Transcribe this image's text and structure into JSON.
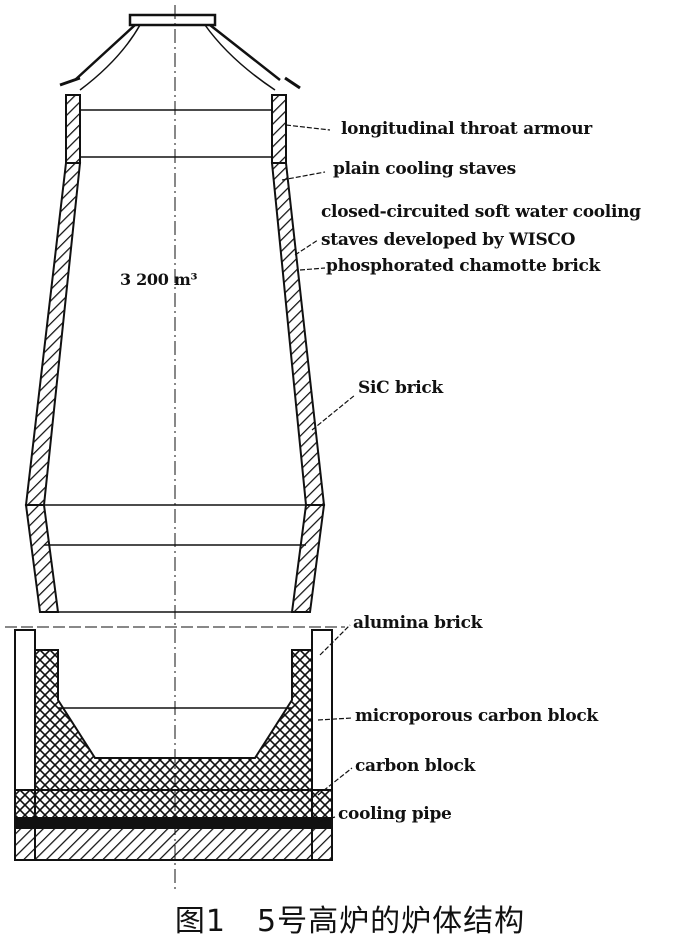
{
  "volume_label": "3 200 m³",
  "labels": [
    "longitudinal throat armour",
    "plain cooling staves",
    "closed-circuited soft water cooling",
    "staves developed by WISCO",
    "phosphorated chamotte brick",
    "SiC brick",
    "alumina brick",
    "microporous carbon block",
    "carbon block",
    "cooling pipe"
  ],
  "caption": "图1　5号高炉的炉体结构"
}
